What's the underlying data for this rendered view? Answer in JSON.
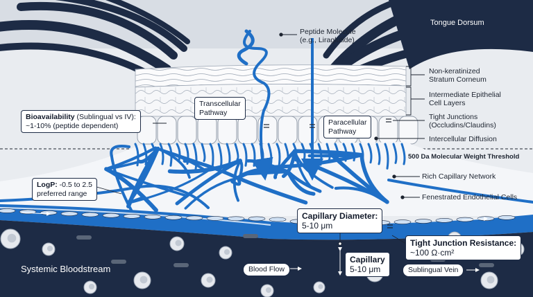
{
  "labels": {
    "tongue_dorsum": "Tongue Dorsum",
    "peptide_line1": "Peptide Molecule",
    "peptide_line2": "(e.g., Liraglutide)",
    "stratum_line1": "Non-keratinized",
    "stratum_line2": "Stratum Corneum",
    "intermediate_line1": "Intermediate Epithelial",
    "intermediate_line2": "Cell Layers",
    "tight_line1": "Tight Junctions",
    "tight_line2": "(Occludins/Claudins)",
    "intercellular": "Intercellular Diffusion",
    "threshold": "500 Da Molecular Weight Threshold",
    "capillary_network": "Rich Capillary Network",
    "fenestrated": "Fenestrated Endothelial Cells",
    "transcellular_line1": "Transcellular",
    "transcellular_line2": "Pathway",
    "paracellular_line1": "Paracellular",
    "paracellular_line2": "Pathway",
    "bio_bold": "Bioavailability",
    "bio_rest": " (Sublingual vs IV):",
    "bio_line2": "~1-10% (peptide dependent)",
    "logp_bold": "LogP:",
    "logp_rest": " -0.5 to 2.5",
    "logp_line2": "preferred range",
    "capdiam_line1": "Capillary Diameter:",
    "capdiam_line2": "5-10 μm",
    "tjr_line1": "Tight Junction Resistance:",
    "tjr_line2": "~100 Ω·cm²",
    "cap_line1": "Capillary",
    "cap_line2": "5-10 μm",
    "systemic": "Systemic Bloodstream",
    "blood_flow": "Blood Flow",
    "sublingual_vein": "Sublingual Vein"
  },
  "colors": {
    "navy": "#1d2b45",
    "blue": "#1f6fc6",
    "light_blue": "#cfe0f3",
    "tissue": "#f1f3f6"
  }
}
